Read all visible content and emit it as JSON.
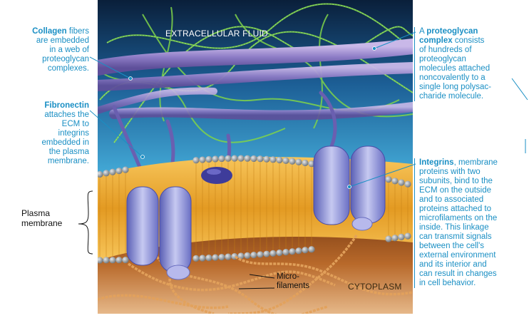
{
  "scene": {
    "top_label": "EXTRACELLULAR FLUID",
    "bottom_label": "CYTOPLASM",
    "microfilaments_label_1": "Micro-",
    "microfilaments_label_2": "filaments"
  },
  "left_annotations": {
    "collagen": {
      "bold": "Collagen",
      "line1_rest": " fibers",
      "line2": "are embedded",
      "line3": "in a web of",
      "line4": "proteoglycan",
      "line5": "complexes."
    },
    "fibronectin": {
      "bold": "Fibronectin",
      "line2": "attaches the",
      "line3": "ECM to",
      "line4": "integrins",
      "line5": "embedded in",
      "line6": "the plasma",
      "line7": "membrane."
    },
    "plasma_membrane": {
      "line1": "Plasma",
      "line2": "membrane"
    }
  },
  "right_annotations": {
    "proteoglycan": {
      "line1_pre": "A ",
      "line1_bold": "proteoglycan",
      "line2_bold": "complex",
      "line2_rest": " consists",
      "line3": "of hundreds of",
      "line4": "proteoglycan",
      "line5": "molecules attached",
      "line6": "noncovalently to a",
      "line7": "single long polysac-",
      "line8": "charide molecule."
    },
    "integrins": {
      "line1_bold": "Integrins",
      "line1_rest": ", membrane",
      "line2": "proteins with two",
      "line3": "subunits, bind to the",
      "line4": "ECM on the outside",
      "line5": "and to associated",
      "line6": "proteins attached to",
      "line7": "microfilaments on the",
      "line8": "inside. This linkage",
      "line9": "can transmit signals",
      "line10": "between the cell's",
      "line11": "external environment",
      "line12": "and its interior and",
      "line13": "can result in changes",
      "line14": "in cell behavior."
    }
  },
  "colors": {
    "annotation": "#1a8fc4",
    "fluid_top": "#0d2a4a",
    "fluid_bottom": "#3fa6d6",
    "lipid_tail": "#f0a830",
    "lipid_head": "#9aa0a6",
    "protein": "#8a8fd8",
    "cytoplasm": "#b86a28"
  }
}
